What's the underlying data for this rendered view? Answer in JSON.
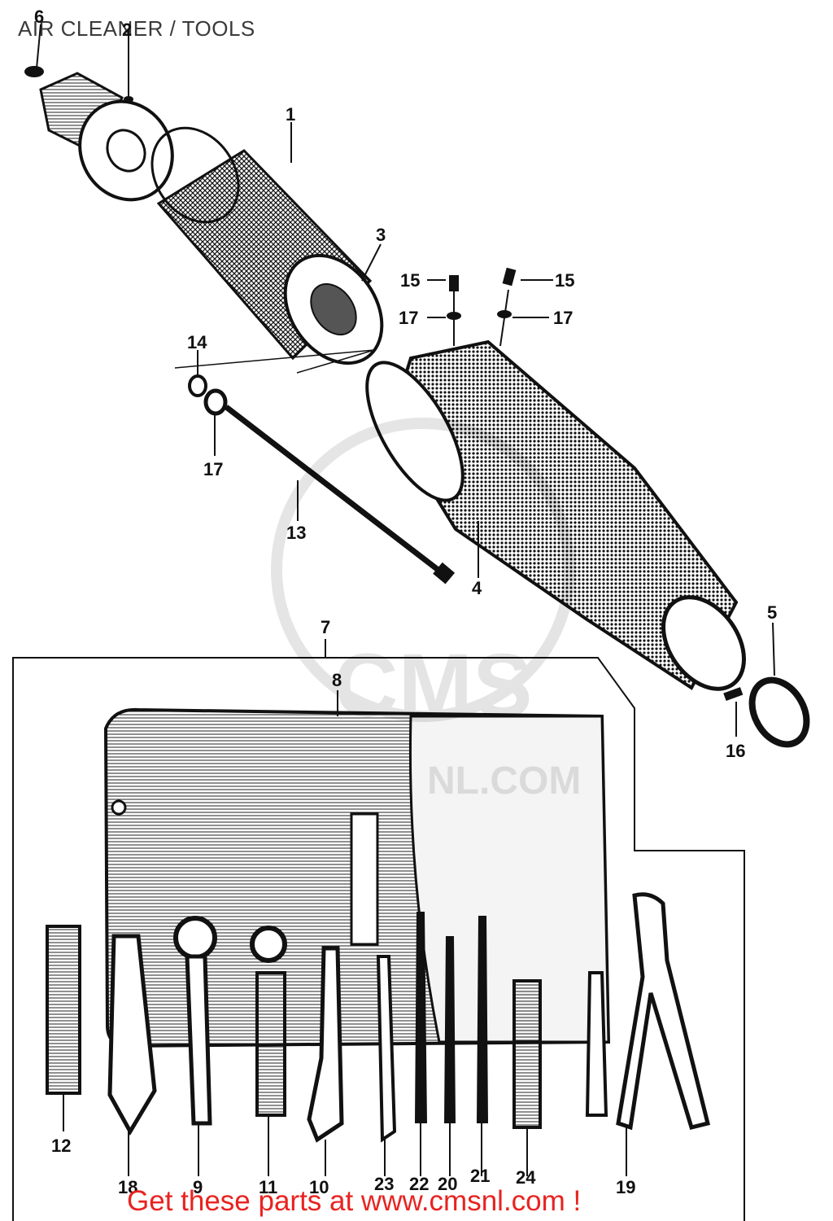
{
  "title": "AIR CLEANER / TOOLS",
  "footer": "Get these parts at www.cmsnl.com !",
  "watermark": {
    "text": "CMS",
    "subtext": "NL.COM",
    "color": "#000000"
  },
  "colors": {
    "ink": "#111111",
    "footer": "#e8231f"
  },
  "callouts": [
    {
      "id": "1",
      "label": "1"
    },
    {
      "id": "2",
      "label": "2"
    },
    {
      "id": "3",
      "label": "3"
    },
    {
      "id": "4",
      "label": "4"
    },
    {
      "id": "5",
      "label": "5"
    },
    {
      "id": "6",
      "label": "6"
    },
    {
      "id": "7",
      "label": "7"
    },
    {
      "id": "8",
      "label": "8"
    },
    {
      "id": "9",
      "label": "9"
    },
    {
      "id": "10",
      "label": "10"
    },
    {
      "id": "11",
      "label": "11"
    },
    {
      "id": "12",
      "label": "12"
    },
    {
      "id": "13",
      "label": "13"
    },
    {
      "id": "14",
      "label": "14"
    },
    {
      "id": "15a",
      "label": "15"
    },
    {
      "id": "15b",
      "label": "15"
    },
    {
      "id": "16",
      "label": "16"
    },
    {
      "id": "17a",
      "label": "17"
    },
    {
      "id": "17b",
      "label": "17"
    },
    {
      "id": "17c",
      "label": "17"
    },
    {
      "id": "18",
      "label": "18"
    },
    {
      "id": "19",
      "label": "19"
    },
    {
      "id": "20",
      "label": "20"
    },
    {
      "id": "21",
      "label": "21"
    },
    {
      "id": "22",
      "label": "22"
    },
    {
      "id": "23",
      "label": "23"
    },
    {
      "id": "24",
      "label": "24"
    }
  ]
}
